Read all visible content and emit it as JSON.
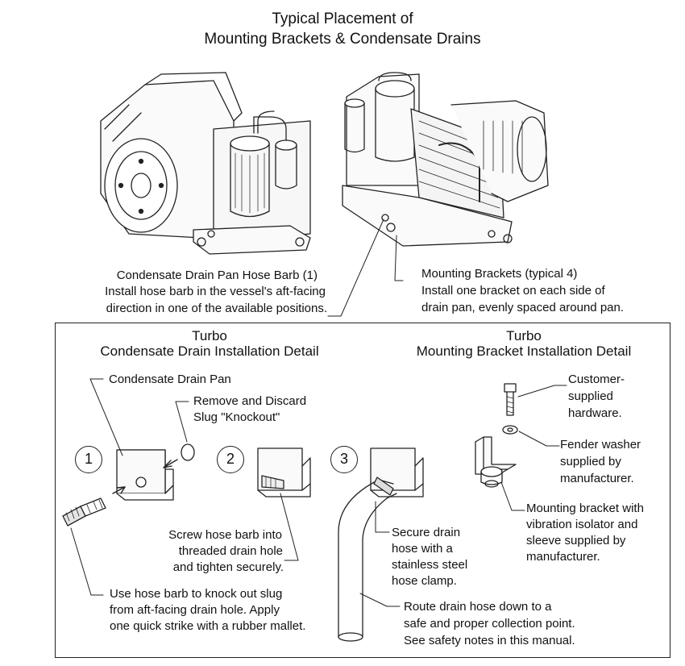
{
  "title": {
    "line1": "Typical Placement of",
    "line2": "Mounting Brackets & Condensate Drains"
  },
  "callouts": {
    "drain_pan_barb": {
      "line1": "Condensate Drain Pan Hose Barb (1)",
      "line2": "Install hose barb in the vessel's aft-facing",
      "line3": "direction in one of the available positions."
    },
    "mounting_brackets": {
      "line1": "Mounting Brackets (typical 4)",
      "line2": "Install one bracket on each side of",
      "line3": "drain pan, evenly spaced around pan."
    }
  },
  "detail_left": {
    "header1": "Turbo",
    "header2": "Condensate Drain Installation Detail",
    "drain_pan_label": "Condensate Drain Pan",
    "remove_slug": {
      "line1": "Remove and Discard",
      "line2": "Slug \"Knockout\""
    },
    "steps": [
      "1",
      "2",
      "3"
    ],
    "screw_barb": {
      "line1": "Screw hose barb into",
      "line2": "threaded drain hole",
      "line3": "and tighten securely."
    },
    "use_barb": {
      "line1": "Use hose barb to knock out slug",
      "line2": "from aft-facing drain hole. Apply",
      "line3": "one quick strike with a rubber mallet."
    },
    "secure_hose": {
      "line1": "Secure drain",
      "line2": "hose with a",
      "line3": "stainless steel",
      "line4": "hose clamp."
    },
    "route_hose": {
      "line1": "Route drain hose down to a",
      "line2": "safe and proper collection point.",
      "line3": "See safety notes in this manual."
    }
  },
  "detail_right": {
    "header1": "Turbo",
    "header2": "Mounting Bracket Installation Detail",
    "hardware": {
      "line1": "Customer-",
      "line2": "supplied",
      "line3": "hardware."
    },
    "washer": {
      "line1": "Fender washer",
      "line2": "supplied by",
      "line3": "manufacturer."
    },
    "bracket": {
      "line1": "Mounting bracket with",
      "line2": "vibration isolator and",
      "line3": "sleeve supplied by",
      "line4": "manufacturer."
    }
  }
}
